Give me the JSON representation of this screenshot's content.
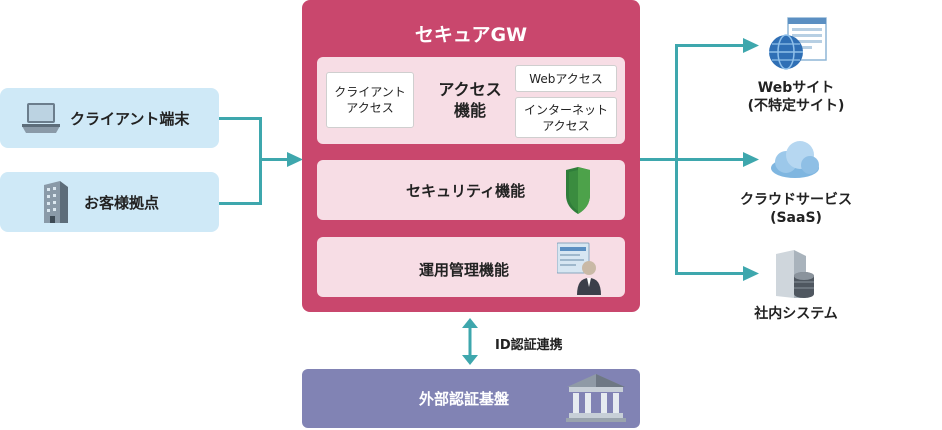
{
  "left": {
    "client_terminal": "クライアント端末",
    "customer_site": "お客様拠点"
  },
  "gw": {
    "title": "セキュアGW",
    "access": {
      "title_line1": "アクセス",
      "title_line2": "機能",
      "client_access_line1": "クライアント",
      "client_access_line2": "アクセス",
      "web_access": "Webアクセス",
      "internet_access_line1": "インターネット",
      "internet_access_line2": "アクセス"
    },
    "security": "セキュリティ機能",
    "operations": "運用管理機能"
  },
  "id_link": "ID認証連携",
  "external_auth": "外部認証基盤",
  "right": {
    "website_line1": "Webサイト",
    "website_line2": "(不特定サイト)",
    "cloud_line1": "クラウドサービス",
    "cloud_line2": "(SaaS)",
    "internal": "社内システム"
  },
  "colors": {
    "gw": "#c9476d",
    "panel": "#f7dde5",
    "left_box": "#cfe9f7",
    "external_auth": "#8183b4",
    "connector": "#3ea7ad"
  },
  "icons": [
    "laptop-icon",
    "building-icon",
    "shield-icon",
    "admin-monitor-icon",
    "bank-icon",
    "globe-browser-icon",
    "cloud-icon",
    "server-icon"
  ]
}
